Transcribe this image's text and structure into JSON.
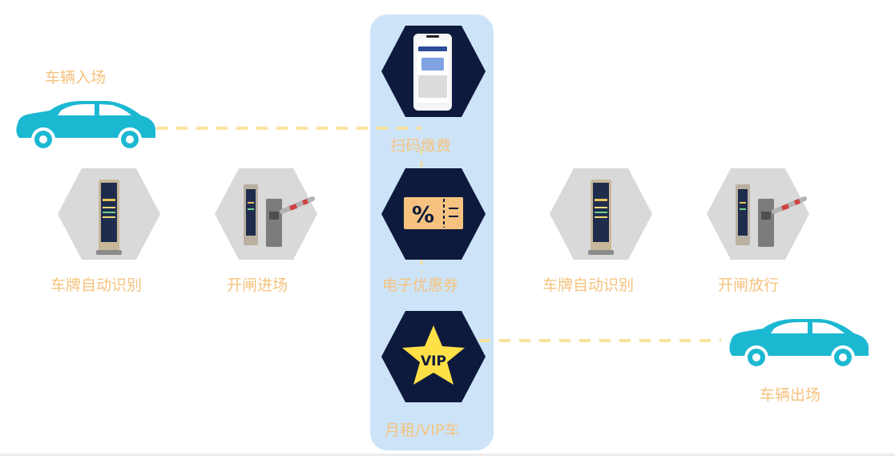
{
  "flow": {
    "entry_label": "车辆入场",
    "exit_label": "车辆出场"
  },
  "steps": {
    "entry_recognition": "车牌自动识别",
    "entry_gate": "开闸进场",
    "exit_recognition": "车牌自动识别",
    "exit_gate": "开闸放行"
  },
  "payment": {
    "scan_pay": "扫码缴费",
    "coupon": "电子优惠券",
    "coupon_symbol": "%",
    "vip": "月租/VIP车",
    "vip_badge": "VIP"
  },
  "colors": {
    "car": "#1bb8d2",
    "label": "#f5c37f",
    "dash": "#f8e39e",
    "panel": "#cde4f8",
    "hex_dark": "#0e1a3d",
    "hex_gray": "#d9d9d9",
    "star": "#ffe046"
  }
}
